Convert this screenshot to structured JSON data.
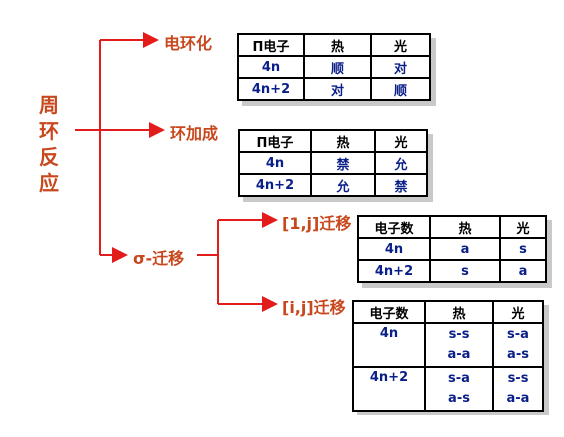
{
  "root": {
    "label": "周\n环\n反\n应"
  },
  "branches": {
    "electrocyclic": "电环化",
    "cycloaddition": "环加成",
    "sigmatropic": "σ-迁移",
    "shift_1j": "[1,j]迁移",
    "shift_ij": "[i,j]迁移"
  },
  "table_electrocyclic": {
    "headers": [
      "Π电子",
      "热",
      "光"
    ],
    "rows": [
      [
        "4n",
        "顺",
        "对"
      ],
      [
        "4n+2",
        "对",
        "顺"
      ]
    ]
  },
  "table_cycloaddition": {
    "headers": [
      "Π电子",
      "热",
      "光"
    ],
    "rows": [
      [
        "4n",
        "禁",
        "允"
      ],
      [
        "4n+2",
        "允",
        "禁"
      ]
    ]
  },
  "table_1j": {
    "headers": [
      "电子数",
      "热",
      "光"
    ],
    "rows": [
      [
        "4n",
        "a",
        "s"
      ],
      [
        "4n+2",
        "s",
        "a"
      ]
    ]
  },
  "table_ij": {
    "headers": [
      "电子数",
      "热",
      "光"
    ],
    "rows": [
      {
        "c0": "4n",
        "c1": [
          "s-s",
          "a-a"
        ],
        "c2": [
          "s-a",
          "a-s"
        ]
      },
      {
        "c0": "4n+2",
        "c1": [
          "s-a",
          "a-s"
        ],
        "c2": [
          "s-s",
          "a-a"
        ]
      }
    ]
  },
  "colors": {
    "accent": "#C8481E",
    "cell_text": "#0A1F88",
    "line": "#E21B1B"
  }
}
